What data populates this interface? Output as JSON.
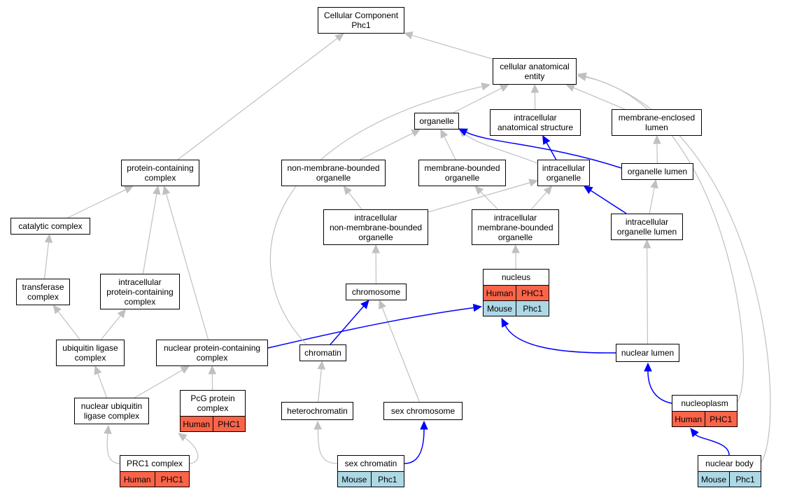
{
  "colors": {
    "edge_gray": "#c0c0c0",
    "edge_blue": "#0000ff",
    "human_fill": "#fa6449",
    "mouse_fill": "#add8e6"
  },
  "nodes": {
    "cellular_component": {
      "lines": [
        "Cellular Component",
        "Phc1"
      ]
    },
    "cellular_anatomical_entity": {
      "lines": [
        "cellular anatomical",
        "entity"
      ]
    },
    "organelle": {
      "lines": [
        "organelle"
      ]
    },
    "intracellular_anatomical_structure": {
      "lines": [
        "intracellular",
        "anatomical structure"
      ]
    },
    "membrane_enclosed_lumen": {
      "lines": [
        "membrane-enclosed",
        "lumen"
      ]
    },
    "protein_containing_complex": {
      "lines": [
        "protein-containing",
        "complex"
      ]
    },
    "non_membrane_bounded_organelle": {
      "lines": [
        "non-membrane-bounded",
        "organelle"
      ]
    },
    "membrane_bounded_organelle": {
      "lines": [
        "membrane-bounded",
        "organelle"
      ]
    },
    "intracellular_organelle": {
      "lines": [
        "intracellular",
        "organelle"
      ]
    },
    "organelle_lumen": {
      "lines": [
        "organelle lumen"
      ]
    },
    "catalytic_complex": {
      "lines": [
        "catalytic complex"
      ]
    },
    "intracellular_nmb_organelle": {
      "lines": [
        "intracellular",
        "non-membrane-bounded",
        "organelle"
      ]
    },
    "intracellular_mb_organelle": {
      "lines": [
        "intracellular",
        "membrane-bounded",
        "organelle"
      ]
    },
    "intracellular_organelle_lumen": {
      "lines": [
        "intracellular",
        "organelle lumen"
      ]
    },
    "transferase_complex": {
      "lines": [
        "transferase",
        "complex"
      ]
    },
    "intracellular_pcc": {
      "lines": [
        "intracellular",
        "protein-containing",
        "complex"
      ]
    },
    "chromosome": {
      "lines": [
        "chromosome"
      ]
    },
    "nucleus": {
      "lines": [
        "nucleus"
      ],
      "rows": [
        [
          "Human",
          "PHC1"
        ],
        [
          "Mouse",
          "Phc1"
        ]
      ]
    },
    "ubiquitin_ligase_complex": {
      "lines": [
        "ubiquitin ligase",
        "complex"
      ]
    },
    "nuclear_pcc": {
      "lines": [
        "nuclear protein-containing",
        "complex"
      ]
    },
    "chromatin": {
      "lines": [
        "chromatin"
      ]
    },
    "nuclear_lumen": {
      "lines": [
        "nuclear lumen"
      ]
    },
    "nuclear_ubiquitin_ligase_complex": {
      "lines": [
        "nuclear ubiquitin",
        "ligase complex"
      ]
    },
    "pcg_protein_complex": {
      "lines": [
        "PcG protein",
        "complex"
      ],
      "rows": [
        [
          "Human",
          "PHC1"
        ]
      ]
    },
    "heterochromatin": {
      "lines": [
        "heterochromatin"
      ]
    },
    "sex_chromosome": {
      "lines": [
        "sex chromosome"
      ]
    },
    "nucleoplasm": {
      "lines": [
        "nucleoplasm"
      ],
      "rows": [
        [
          "Human",
          "PHC1"
        ]
      ]
    },
    "prc1_complex": {
      "lines": [
        "PRC1 complex"
      ],
      "rows": [
        [
          "Human",
          "PHC1"
        ]
      ]
    },
    "sex_chromatin": {
      "lines": [
        "sex chromatin"
      ],
      "rows": [
        [
          "Mouse",
          "Phc1"
        ]
      ]
    },
    "nuclear_body": {
      "lines": [
        "nuclear body"
      ],
      "rows": [
        [
          "Mouse",
          "Phc1"
        ]
      ]
    }
  },
  "edges": [
    [
      "cellular_anatomical_entity",
      "cellular_component",
      "gray"
    ],
    [
      "protein_containing_complex",
      "cellular_component",
      "gray"
    ],
    [
      "organelle",
      "cellular_anatomical_entity",
      "gray"
    ],
    [
      "intracellular_anatomical_structure",
      "cellular_anatomical_entity",
      "gray"
    ],
    [
      "membrane_enclosed_lumen",
      "cellular_anatomical_entity",
      "gray"
    ],
    [
      "chromatin",
      "cellular_anatomical_entity",
      "gray"
    ],
    [
      "nucleoplasm",
      "cellular_anatomical_entity",
      "gray"
    ],
    [
      "nuclear_body",
      "cellular_anatomical_entity",
      "gray"
    ],
    [
      "non_membrane_bounded_organelle",
      "organelle",
      "gray"
    ],
    [
      "membrane_bounded_organelle",
      "organelle",
      "gray"
    ],
    [
      "intracellular_organelle",
      "organelle",
      "gray"
    ],
    [
      "organelle_lumen",
      "organelle",
      "blue"
    ],
    [
      "intracellular_organelle",
      "intracellular_anatomical_structure",
      "blue"
    ],
    [
      "organelle_lumen",
      "membrane_enclosed_lumen",
      "gray"
    ],
    [
      "catalytic_complex",
      "protein_containing_complex",
      "gray"
    ],
    [
      "intracellular_pcc",
      "protein_containing_complex",
      "gray"
    ],
    [
      "nuclear_pcc",
      "protein_containing_complex",
      "gray"
    ],
    [
      "intracellular_nmb_organelle",
      "non_membrane_bounded_organelle",
      "gray"
    ],
    [
      "intracellular_nmb_organelle",
      "intracellular_organelle",
      "gray"
    ],
    [
      "intracellular_mb_organelle",
      "membrane_bounded_organelle",
      "gray"
    ],
    [
      "intracellular_mb_organelle",
      "intracellular_organelle",
      "gray"
    ],
    [
      "intracellular_organelle_lumen",
      "intracellular_organelle",
      "blue"
    ],
    [
      "intracellular_organelle_lumen",
      "organelle_lumen",
      "gray"
    ],
    [
      "transferase_complex",
      "catalytic_complex",
      "gray"
    ],
    [
      "chromosome",
      "intracellular_nmb_organelle",
      "gray"
    ],
    [
      "nucleus",
      "intracellular_mb_organelle",
      "gray"
    ],
    [
      "nuclear_lumen",
      "intracellular_organelle_lumen",
      "gray"
    ],
    [
      "ubiquitin_ligase_complex",
      "transferase_complex",
      "gray"
    ],
    [
      "ubiquitin_ligase_complex",
      "intracellular_pcc",
      "gray"
    ],
    [
      "nuclear_pcc",
      "nucleus",
      "blue"
    ],
    [
      "chromatin",
      "chromosome",
      "blue"
    ],
    [
      "sex_chromosome",
      "chromosome",
      "gray"
    ],
    [
      "nuclear_lumen",
      "nucleus",
      "blue"
    ],
    [
      "nuclear_ubiquitin_ligase_complex",
      "ubiquitin_ligase_complex",
      "gray"
    ],
    [
      "nuclear_ubiquitin_ligase_complex",
      "nuclear_pcc",
      "gray"
    ],
    [
      "pcg_protein_complex",
      "nuclear_pcc",
      "gray"
    ],
    [
      "heterochromatin",
      "chromatin",
      "gray"
    ],
    [
      "nucleoplasm",
      "nuclear_lumen",
      "blue"
    ],
    [
      "prc1_complex",
      "nuclear_ubiquitin_ligase_complex",
      "gray"
    ],
    [
      "prc1_complex",
      "pcg_protein_complex",
      "gray"
    ],
    [
      "sex_chromatin",
      "heterochromatin",
      "gray"
    ],
    [
      "sex_chromatin",
      "sex_chromosome",
      "blue"
    ],
    [
      "nuclear_body",
      "nucleoplasm",
      "blue"
    ]
  ]
}
